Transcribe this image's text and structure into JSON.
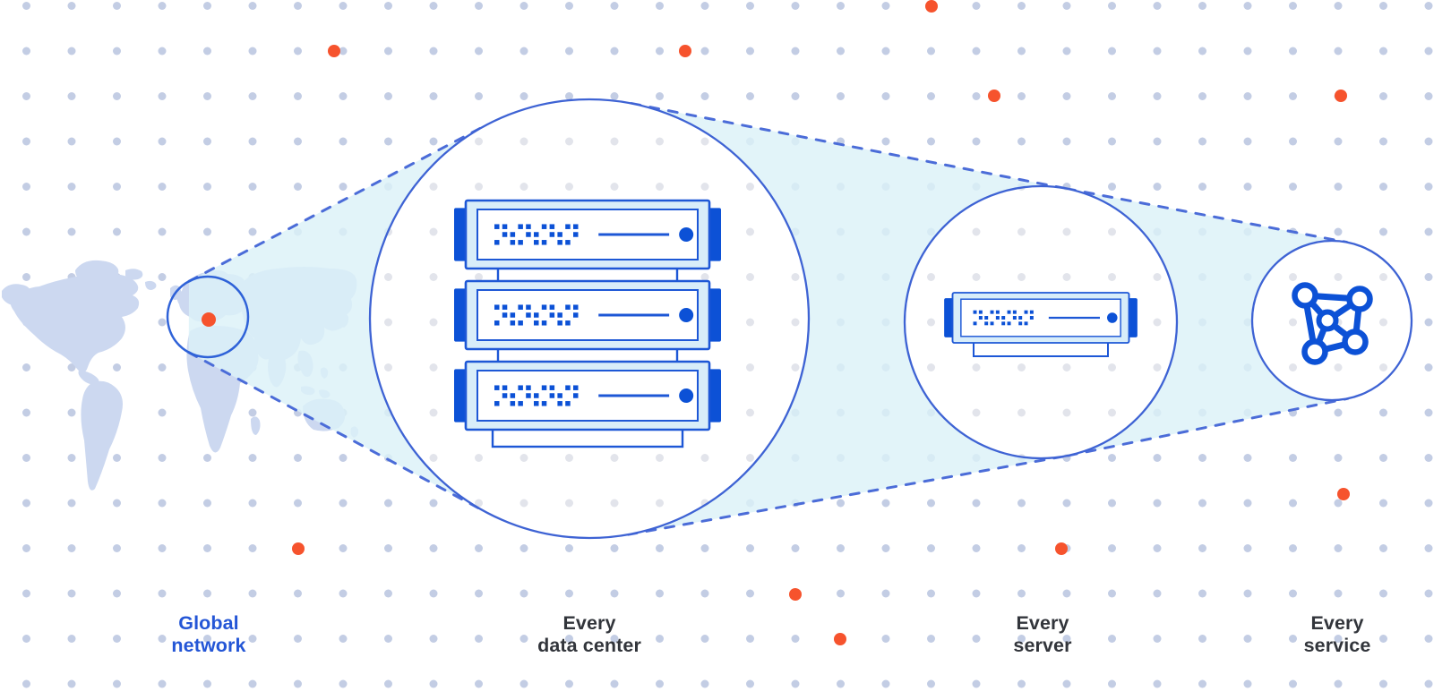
{
  "diagram": {
    "description": "Network zoom diagram: global network to data center to server to service",
    "stages": [
      {
        "id": "global-network",
        "icon": "world-map-icon",
        "line1": "Global",
        "line2": "network"
      },
      {
        "id": "every-data-center",
        "icon": "server-rack-icon",
        "line1": "Every",
        "line2": "data center"
      },
      {
        "id": "every-server",
        "icon": "server-icon",
        "line1": "Every",
        "line2": "server"
      },
      {
        "id": "every-service",
        "icon": "mesh-network-icon",
        "line1": "Every",
        "line2": "service"
      }
    ]
  },
  "icons": [
    "world-map-icon",
    "location-marker-dot",
    "server-rack-icon",
    "server-icon",
    "mesh-network-icon"
  ],
  "colors": {
    "background": "#ffffff",
    "accent_blue": "#1d57d6",
    "solid_blue": "#0c51d6",
    "circle_stroke": "#3e63d4",
    "dashed_line": "#4b6cd8",
    "cone_fill": "#dcf1f8",
    "server_band_fill": "#d8edf9",
    "map_fill": "#ccd8f0",
    "grid_dot": "#c3cde4",
    "grid_dot_faint": "#e2e4eb",
    "orange_dot": "#f6532d",
    "label_dark": "#32353b",
    "label_blue": "#2456d6"
  }
}
